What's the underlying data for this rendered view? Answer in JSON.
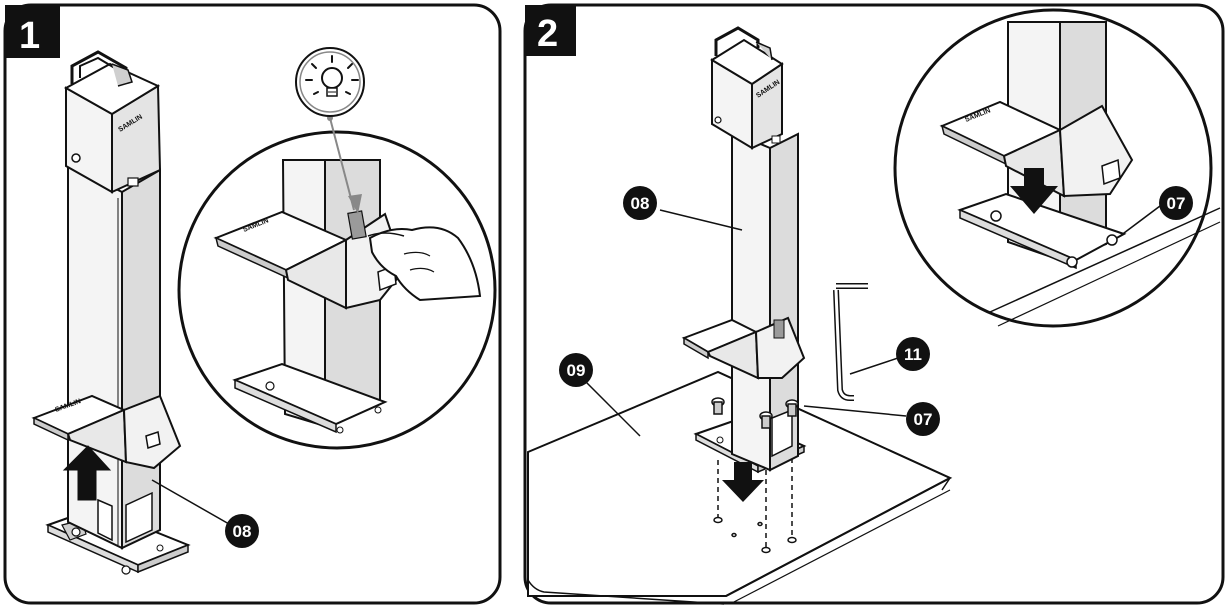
{
  "colors": {
    "ink": "#111111",
    "post": "#f4f4f4",
    "shade": "#d7d7d7",
    "base": "#ffffff",
    "sticker": "#9a9a9a"
  },
  "steps": [
    {
      "number": "1",
      "brand": "SAMLIN",
      "callouts": [
        {
          "label": "08"
        }
      ],
      "icons": [
        "lightbulb-tip-icon",
        "arrow-up-icon",
        "finger-press-icon"
      ]
    },
    {
      "number": "2",
      "brand": "SAMLIN",
      "callouts": [
        {
          "label": "08"
        },
        {
          "label": "09"
        },
        {
          "label": "11"
        },
        {
          "label": "07"
        },
        {
          "label": "07"
        }
      ],
      "icons": [
        "arrow-down-icon",
        "hex-key-icon",
        "screw-icon"
      ]
    }
  ]
}
